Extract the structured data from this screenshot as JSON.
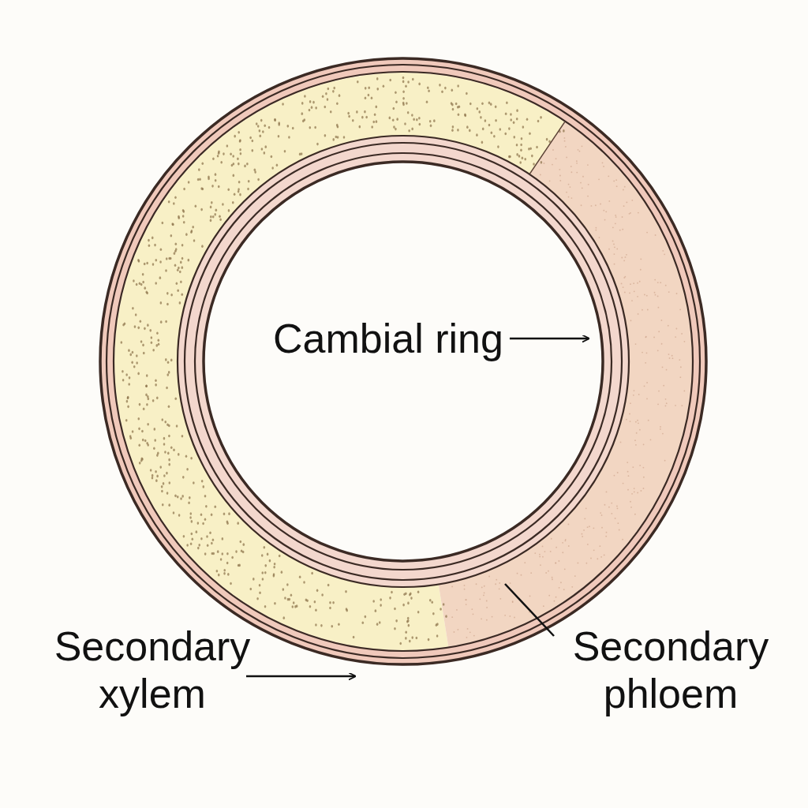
{
  "diagram": {
    "labels": [
      "Cambial ring",
      "Secondary xylem",
      "Secondary phloem"
    ]
  }
}
